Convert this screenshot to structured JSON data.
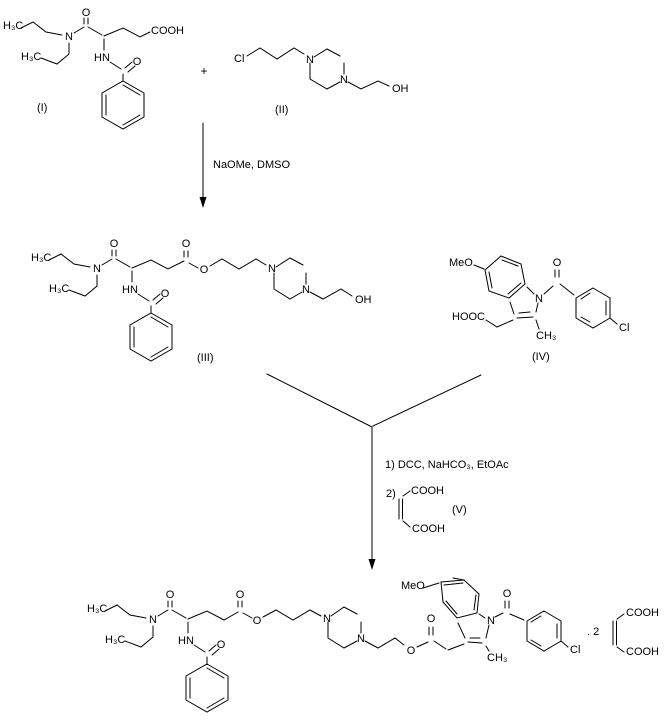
{
  "scheme": {
    "colors": {
      "ink": "#000000",
      "background": "#ffffff"
    },
    "atoms": {
      "h3c": "H₃C",
      "n": "N",
      "o": "O",
      "hn": "HN",
      "oh": "OH",
      "cl": "Cl",
      "cooh": "COOH",
      "hooc": "HOOC",
      "meo": "MeO",
      "ch3": "CH₃"
    },
    "compounds": {
      "i": "(I)",
      "ii": "(II)",
      "iii": "(III)",
      "iv": "(IV)",
      "v": "(V)"
    },
    "operators": {
      "plus": "+",
      "salt_ratio": ". 2"
    },
    "steps": {
      "step1": "NaOMe, DMSO",
      "step2_line1": "1)  DCC, NaHCO₃, EtOAc",
      "step2_line2": "2)"
    }
  }
}
